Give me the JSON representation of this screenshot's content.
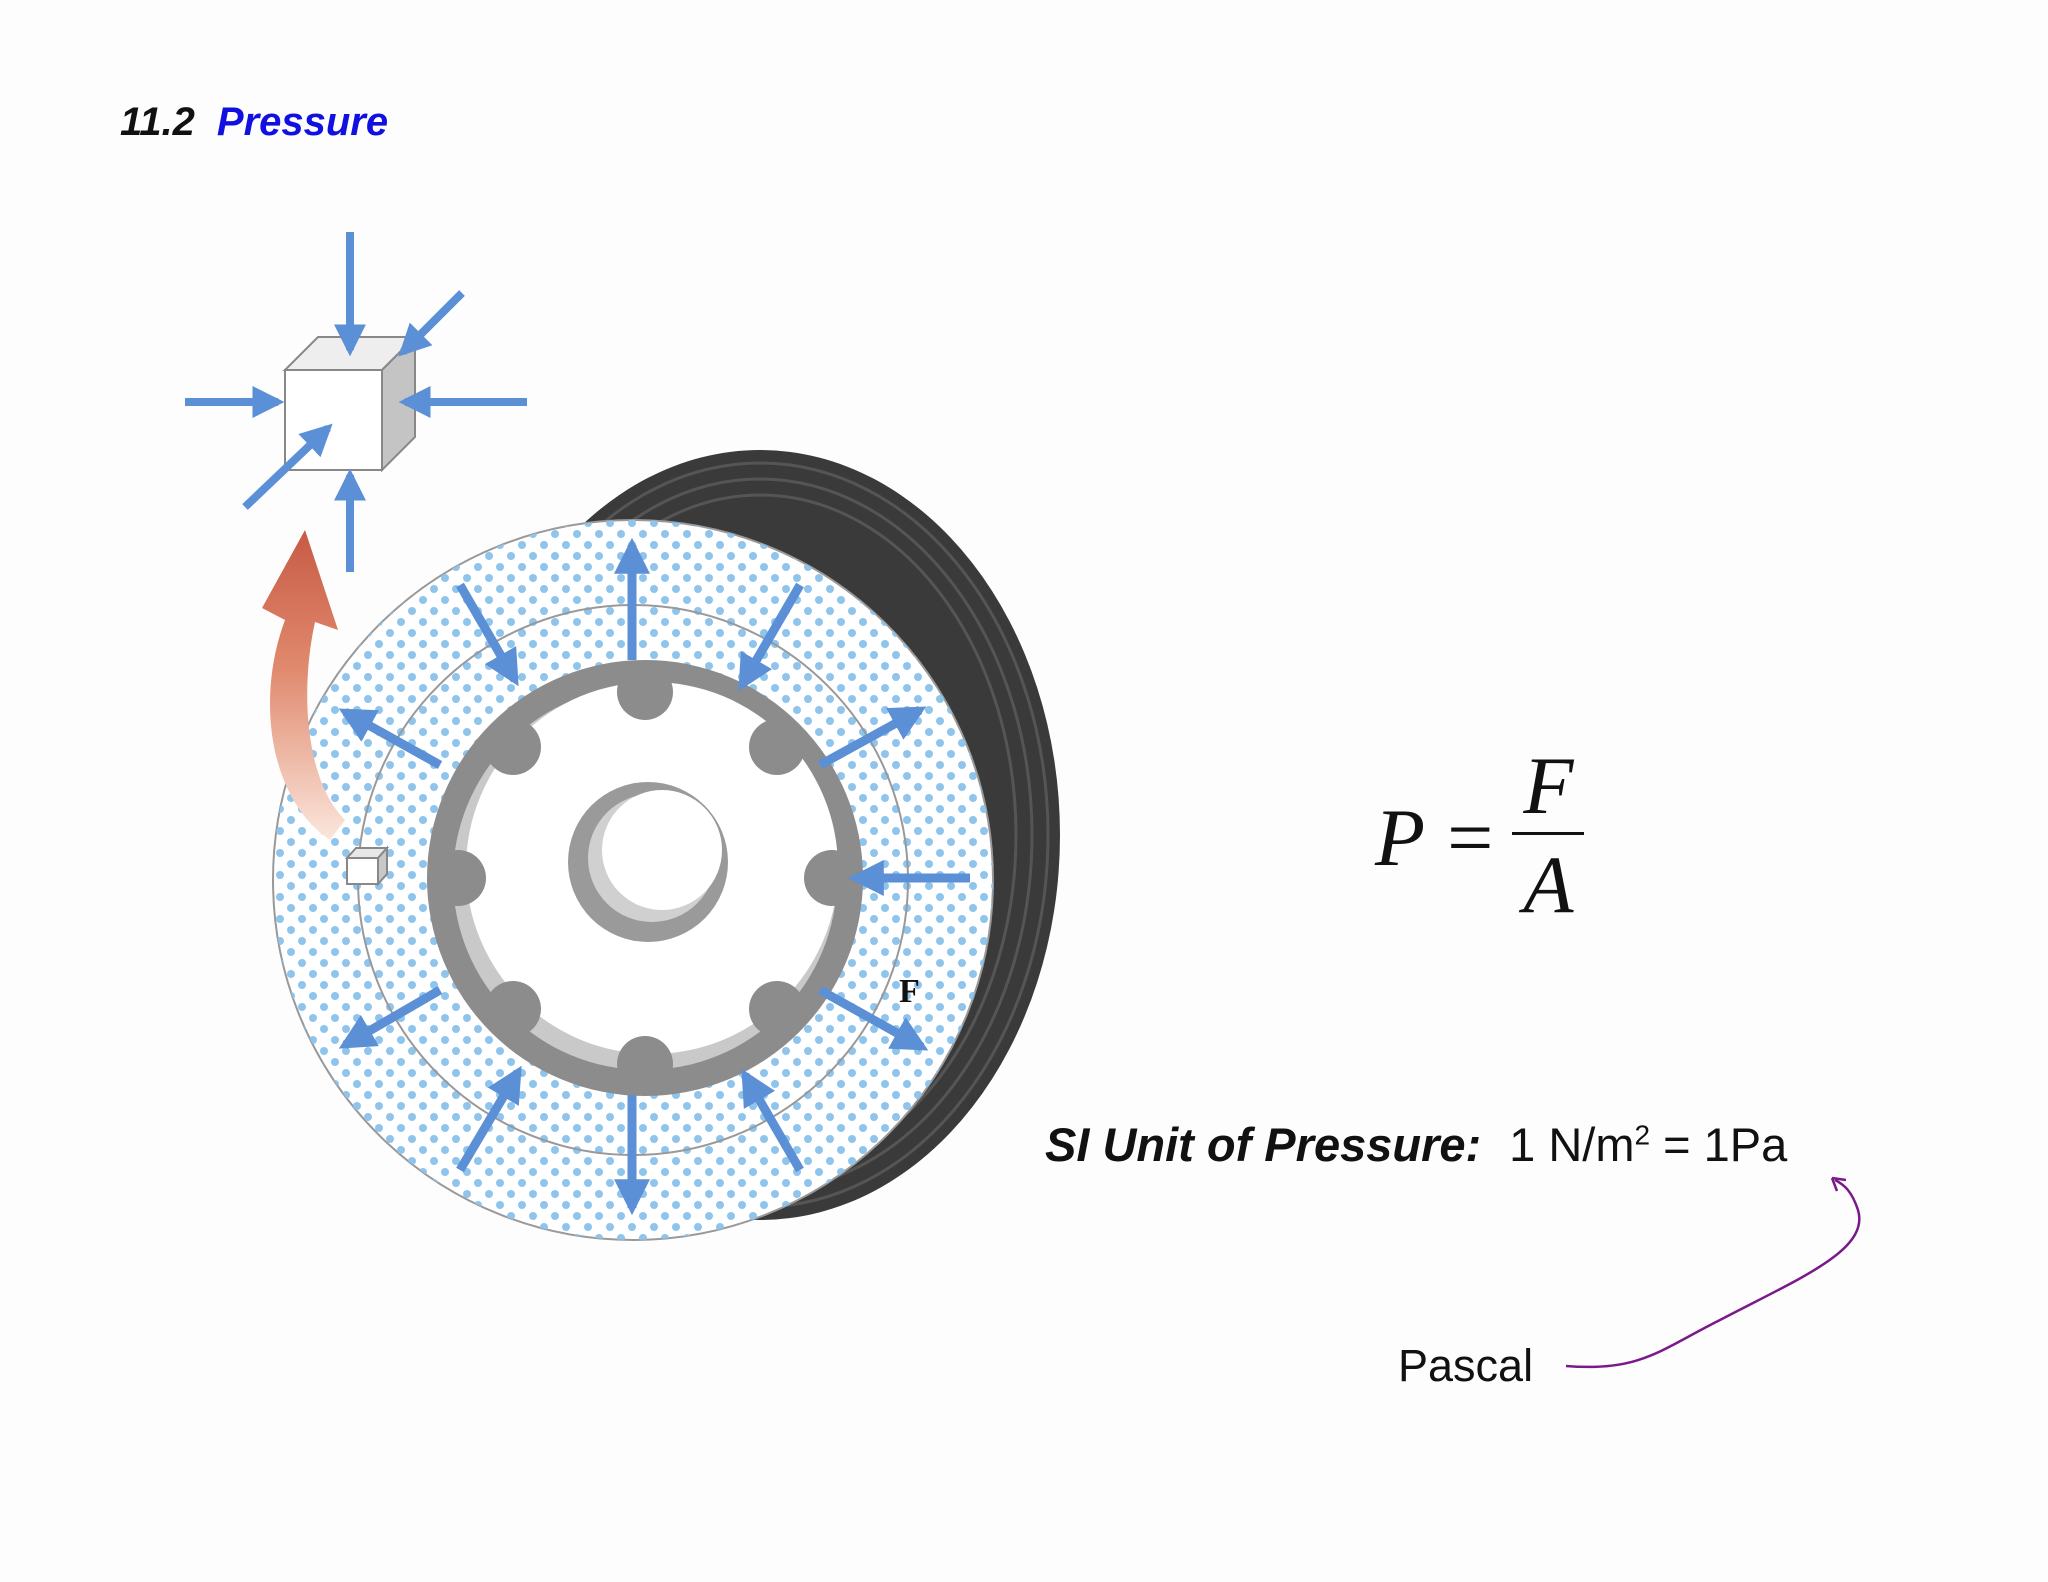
{
  "heading": {
    "number": "11.2",
    "title": "Pressure"
  },
  "figure": {
    "force_label": "F"
  },
  "formula": {
    "lhs": "P",
    "equals": "=",
    "numerator": "F",
    "denominator": "A"
  },
  "si_unit": {
    "label": "SI Unit of Pressure:",
    "value_prefix": "1 N/m",
    "value_exponent": "2",
    "value_suffix": " = 1Pa"
  },
  "annotation": {
    "text": "Pascal"
  },
  "colors": {
    "heading_accent": "#1010e0",
    "arrow_blue": "#5b8fd6",
    "dot_blue": "#8fc4ec",
    "tire_dark": "#3a3a3a",
    "curve_arrow_red": "#c85a45",
    "callout_purple": "#7a1a8a"
  }
}
